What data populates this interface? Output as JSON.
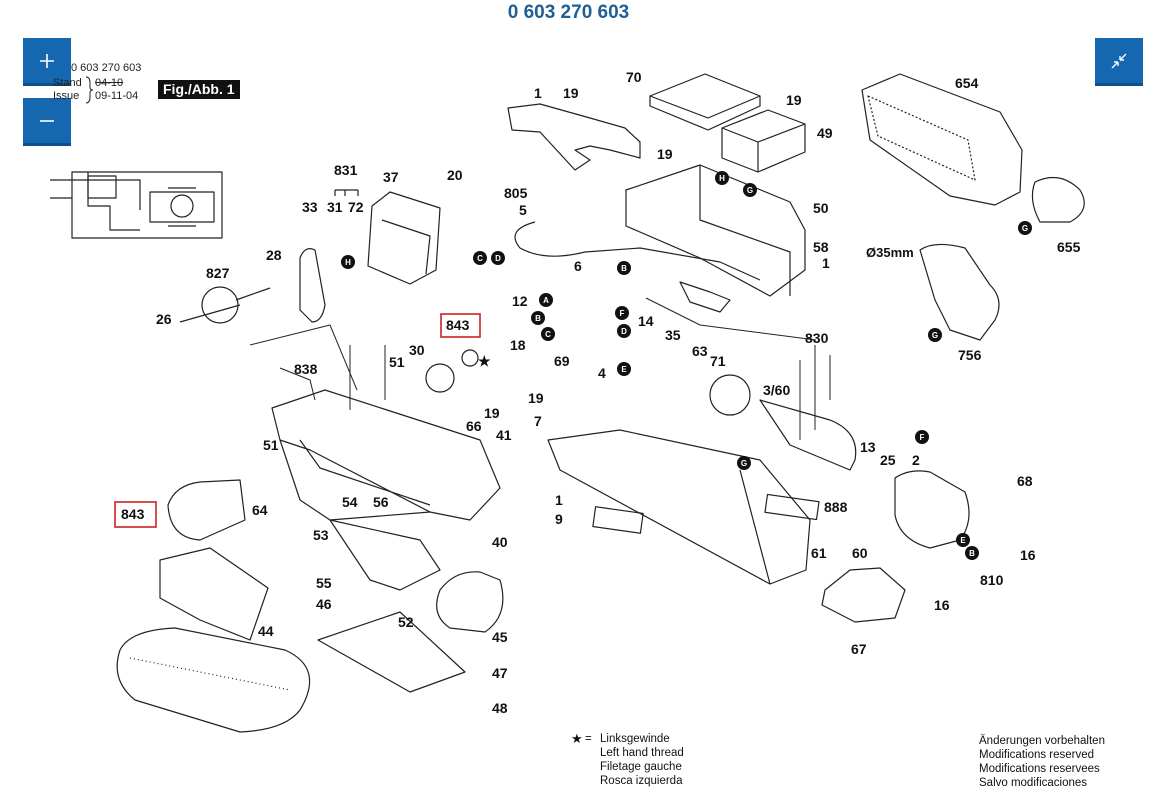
{
  "title": "0 603 270 603",
  "controls": {
    "zoom_in_icon": "plus-icon",
    "zoom_out_icon": "minus-icon",
    "fullscreen_icon": "collapse-arrows-icon",
    "accent_color": "#1567b0"
  },
  "header_block": {
    "number": "0 603 270 603",
    "stand_label": "Stand",
    "stand_old": "04-10",
    "stand_new": "09-11-04",
    "issue_label": "Issue",
    "figure_label": "Fig./Abb. 1"
  },
  "diagram_labels": {
    "p1": "1",
    "p1b": "1",
    "p1c": "1",
    "p2": "2",
    "p4": "4",
    "p5": "5",
    "p6": "6",
    "p7": "7",
    "p9": "9",
    "p12": "12",
    "p13": "13",
    "p14": "14",
    "p16a": "16",
    "p16b": "16",
    "p18": "18",
    "p19a": "19",
    "p19b": "19",
    "p19c": "19",
    "p19d": "19",
    "p19e": "19",
    "p20": "20",
    "p25": "25",
    "p26": "26",
    "p28": "28",
    "p30": "30",
    "p31": "31",
    "p33": "33",
    "p35": "35",
    "p360": "3/60",
    "p37": "37",
    "p40": "40",
    "p41": "41",
    "p44": "44",
    "p45": "45",
    "p46": "46",
    "p47": "47",
    "p48": "48",
    "p49": "49",
    "p50": "50",
    "p51a": "51",
    "p51b": "51",
    "p52": "52",
    "p53": "53",
    "p54": "54",
    "p55": "55",
    "p56": "56",
    "p58": "58",
    "p60": "60",
    "p61": "61",
    "p63": "63",
    "p64": "64",
    "p66": "66",
    "p67": "67",
    "p68": "68",
    "p69": "69",
    "p70": "70",
    "p71": "71",
    "p72": "72",
    "p654": "654",
    "p655": "655",
    "p756": "756",
    "p805": "805",
    "p810": "810",
    "p827": "827",
    "p830": "830",
    "p831": "831",
    "p838": "838",
    "p843a": "843",
    "p843b": "843",
    "p888": "888",
    "diameter": "Ø35mm"
  },
  "markers": {
    "A": "A",
    "B": "B",
    "C": "C",
    "D": "D",
    "E": "E",
    "F": "F",
    "G": "G",
    "H": "H"
  },
  "legend_left": {
    "star": "★",
    "equals": "=",
    "lines": [
      "Linksgewinde",
      "Left hand thread",
      "Filetage gauche",
      "Rosca izquierda"
    ]
  },
  "legend_right": {
    "lines": [
      "Änderungen vorbehalten",
      "Modifications reserved",
      "Modifications reservees",
      "Salvo modificaciones"
    ]
  },
  "highlight_color": "#cc2222"
}
